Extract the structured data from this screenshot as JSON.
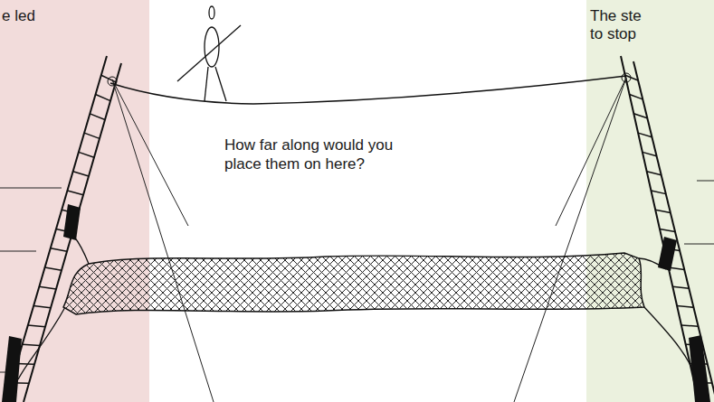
{
  "diagram": {
    "nodes": [
      {
        "text": [
          "e led"
        ]
      },
      {
        "text": [
          "The ste to stop"
        ]
      }
    ],
    "labels": [
      "How far along would you place them on here?"
    ]
  }
}
